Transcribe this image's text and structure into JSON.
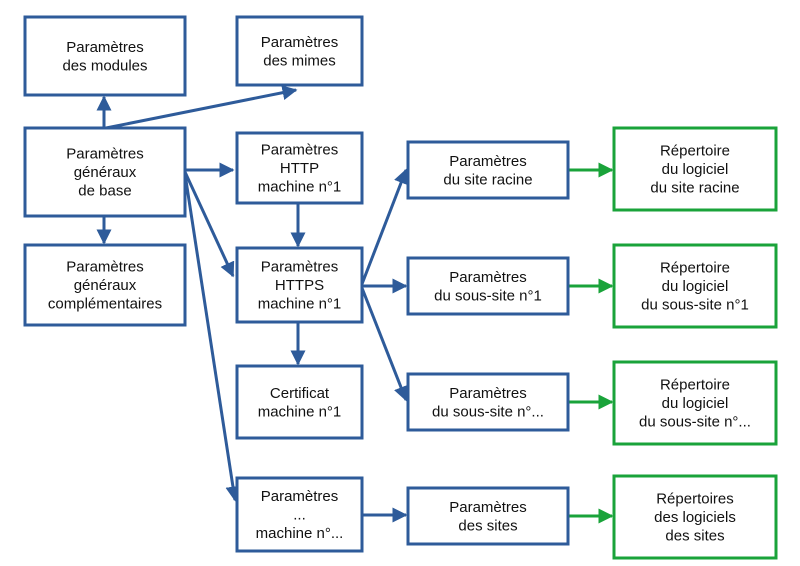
{
  "colors": {
    "blue": "#2e5b9a",
    "green": "#1aa33a",
    "text": "#111111",
    "background": "#ffffff"
  },
  "nodes": {
    "modules": {
      "lines": [
        "Paramètres",
        "des modules"
      ],
      "color": "blue"
    },
    "mimes": {
      "lines": [
        "Paramètres",
        "des mimes"
      ],
      "color": "blue"
    },
    "base": {
      "lines": [
        "Paramètres",
        "généraux",
        "de base"
      ],
      "color": "blue"
    },
    "complementaires": {
      "lines": [
        "Paramètres",
        "généraux",
        "complémentaires"
      ],
      "color": "blue"
    },
    "http": {
      "lines": [
        "Paramètres",
        "HTTP",
        "machine n°1"
      ],
      "color": "blue"
    },
    "https": {
      "lines": [
        "Paramètres",
        "HTTPS",
        "machine n°1"
      ],
      "color": "blue"
    },
    "certificat": {
      "lines": [
        "Certificat",
        "machine n°1"
      ],
      "color": "blue"
    },
    "machine_n": {
      "lines": [
        "Paramètres",
        "...",
        "machine n°..."
      ],
      "color": "blue"
    },
    "site_racine": {
      "lines": [
        "Paramètres",
        "du site racine"
      ],
      "color": "blue"
    },
    "sous_site_1": {
      "lines": [
        "Paramètres",
        "du sous-site n°1"
      ],
      "color": "blue"
    },
    "sous_site_n": {
      "lines": [
        "Paramètres",
        "du sous-site n°..."
      ],
      "color": "blue"
    },
    "sites": {
      "lines": [
        "Paramètres",
        "des sites"
      ],
      "color": "blue"
    },
    "rep_racine": {
      "lines": [
        "Répertoire",
        "du logiciel",
        "du site racine"
      ],
      "color": "green"
    },
    "rep_sous_site_1": {
      "lines": [
        "Répertoire",
        "du logiciel",
        "du sous-site n°1"
      ],
      "color": "green"
    },
    "rep_sous_site_n": {
      "lines": [
        "Répertoire",
        "du logiciel",
        "du sous-site n°..."
      ],
      "color": "green"
    },
    "rep_sites": {
      "lines": [
        "Répertoires",
        "des logiciels",
        "des sites"
      ],
      "color": "green"
    }
  },
  "edges": [
    {
      "from": "base",
      "to": "modules",
      "color": "blue"
    },
    {
      "from": "base",
      "to": "mimes",
      "color": "blue"
    },
    {
      "from": "base",
      "to": "complementaires",
      "color": "blue"
    },
    {
      "from": "base",
      "to": "http",
      "color": "blue"
    },
    {
      "from": "base",
      "to": "https",
      "color": "blue"
    },
    {
      "from": "base",
      "to": "machine_n",
      "color": "blue"
    },
    {
      "from": "http",
      "to": "https",
      "color": "blue"
    },
    {
      "from": "https",
      "to": "certificat",
      "color": "blue"
    },
    {
      "from": "https",
      "to": "site_racine",
      "color": "blue"
    },
    {
      "from": "https",
      "to": "sous_site_1",
      "color": "blue"
    },
    {
      "from": "https",
      "to": "sous_site_n",
      "color": "blue"
    },
    {
      "from": "machine_n",
      "to": "sites",
      "color": "blue"
    },
    {
      "from": "site_racine",
      "to": "rep_racine",
      "color": "green"
    },
    {
      "from": "sous_site_1",
      "to": "rep_sous_site_1",
      "color": "green"
    },
    {
      "from": "sous_site_n",
      "to": "rep_sous_site_n",
      "color": "green"
    },
    {
      "from": "sites",
      "to": "rep_sites",
      "color": "green"
    }
  ]
}
